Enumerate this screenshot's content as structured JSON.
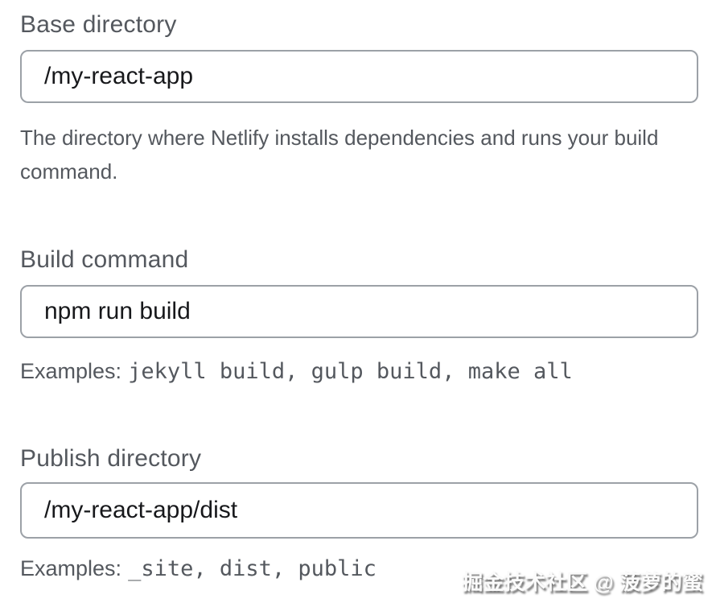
{
  "form": {
    "fields": [
      {
        "label": "Base directory",
        "value": "/my-react-app",
        "help_text": "The directory where Netlify installs dependencies and runs your build command."
      },
      {
        "label": "Build command",
        "value": "npm run build",
        "examples_label": "Examples:",
        "examples": "jekyll build, gulp build, make all"
      },
      {
        "label": "Publish directory",
        "value": "/my-react-app/dist",
        "examples_label": "Examples:",
        "examples": "_site, dist, public"
      }
    ]
  },
  "watermark": {
    "text": "掘金技术社区 @ 菠萝的蜜"
  },
  "colors": {
    "background": "#ffffff",
    "label_gray": "#54585e",
    "help_gray": "#54585e",
    "input_text": "#17181b",
    "input_border": "#9ca1a7",
    "watermark_text": "#fbfbfb"
  }
}
